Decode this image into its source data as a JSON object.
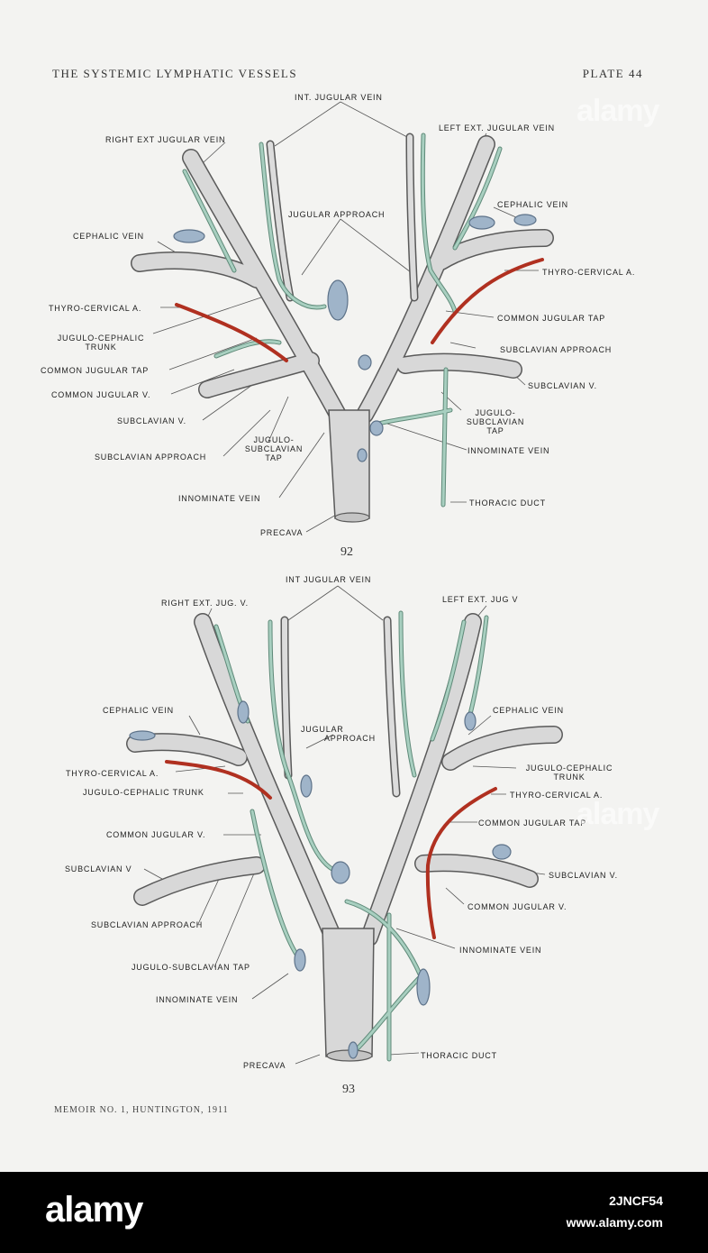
{
  "header": {
    "title": "THE SYSTEMIC LYMPHATIC VESSELS",
    "plate": "PLATE 44"
  },
  "figure92": {
    "number": "92",
    "labels": {
      "int_jugular_vein": "INT. JUGULAR VEIN",
      "right_ext_jugular_vein": "RIGHT EXT JUGULAR VEIN",
      "left_ext_jugular_vein": "LEFT EXT. JUGULAR VEIN",
      "jugular_approach": "JUGULAR APPROACH",
      "cephalic_vein_left": "CEPHALIC VEIN",
      "cephalic_vein_right": "CEPHALIC VEIN",
      "thyro_cervical_left": "THYRO-CERVICAL A.",
      "thyro_cervical_right": "THYRO-CERVICAL A.",
      "jugulo_cephalic_trunk_1": "JUGULO-CEPHALIC",
      "jugulo_cephalic_trunk_2": "TRUNK",
      "common_jugular_tap_left": "COMMON JUGULAR TAP",
      "common_jugular_tap_right": "COMMON JUGULAR TAP",
      "common_jugular_v": "COMMON JUGULAR V.",
      "subclavian_approach_right": "SUBCLAVIAN APPROACH",
      "subclavian_v_right": "SUBCLAVIAN V.",
      "subclavian_v_left": "SUBCLAVIAN V.",
      "jugulo_subclavian_tap_left_1": "JUGULO-",
      "jugulo_subclavian_tap_left_2": "SUBCLAVIAN",
      "jugulo_subclavian_tap_left_3": "TAP",
      "jugulo_subclavian_tap_right_1": "JUGULO-",
      "jugulo_subclavian_tap_right_2": "SUBCLAVIAN",
      "jugulo_subclavian_tap_right_3": "TAP",
      "subclavian_approach_left": "SUBCLAVIAN APPROACH",
      "innominate_vein_right": "INNOMINATE VEIN",
      "innominate_vein_left": "INNOMINATE VEIN",
      "thoracic_duct": "THORACIC DUCT",
      "precava": "PRECAVA"
    }
  },
  "figure93": {
    "number": "93",
    "labels": {
      "int_jugular_vein": "INT JUGULAR VEIN",
      "right_ext_jug_v": "RIGHT EXT. JUG. V.",
      "left_ext_jug_v": "LEFT EXT. JUG V",
      "cephalic_vein_left": "CEPHALIC VEIN",
      "cephalic_vein_right": "CEPHALIC VEIN",
      "jugular_approach_1": "JUGULAR",
      "jugular_approach_2": "APPROACH",
      "thyro_cervical_left": "THYRO-CERVICAL A.",
      "jugulo_cephalic_trunk_left": "JUGULO-CEPHALIC TRUNK",
      "jugulo_cephalic_trunk_right_1": "JUGULO-CEPHALIC",
      "jugulo_cephalic_trunk_right_2": "TRUNK",
      "thyro_cervical_right": "THYRO-CERVICAL A.",
      "common_jugular_tap": "COMMON JUGULAR TAP",
      "common_jugular_v_left": "COMMON JUGULAR V.",
      "subclavian_v_left": "SUBCLAVIAN V",
      "subclavian_v_right": "SUBCLAVIAN V.",
      "common_jugular_v_right": "COMMON JUGULAR V.",
      "subclavian_approach": "SUBCLAVIAN APPROACH",
      "innominate_vein_right": "INNOMINATE VEIN",
      "jugulo_subclavian_tap": "JUGULO-SUBCLAVIAN TAP",
      "innominate_vein_left": "INNOMINATE VEIN",
      "thoracic_duct": "THORACIC DUCT",
      "precava": "PRECAVA"
    }
  },
  "footer": {
    "text": "MEMOIR NO. 1, HUNTINGTON, 1911"
  },
  "watermark": {
    "text": "alamy"
  },
  "stock_bar": {
    "logo": "alamy",
    "image_id": "2JNCF54",
    "url": "www.alamy.com"
  },
  "colors": {
    "vein": "#d6d6d6",
    "vein_outline": "#555555",
    "lymph": "#a8cfc0",
    "lymph_outline": "#5f8a79",
    "artery": "#b03020",
    "node": "#9fb4c9"
  }
}
